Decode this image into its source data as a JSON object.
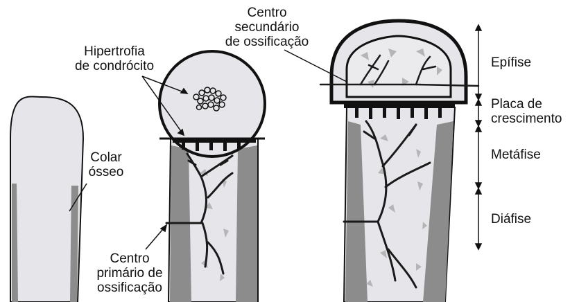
{
  "labels": {
    "colar_osseo_line1": "Colar",
    "colar_osseo_line2": "ósseo",
    "hipertrofia_line1": "Hipertrofia",
    "hipertrofia_line2": "de condrócito",
    "centro_primario_line1": "Centro",
    "centro_primario_line2": "primário de",
    "centro_primario_line3": "ossificação",
    "centro_secundario_line1": "Centro",
    "centro_secundario_line2": "secundário",
    "centro_secundario_line3": "de ossificação",
    "epifise": "Epífise",
    "placa_line1": "Placa de",
    "placa_line2": "crescimento",
    "metafise": "Metáfise",
    "diafise": "Diáfise"
  },
  "colors": {
    "cartilage": "#e6e6ea",
    "bone_collar": "#8c8c8c",
    "outline": "#111111",
    "vessel": "#1a1a1a",
    "spot": "#b5b5b8"
  }
}
